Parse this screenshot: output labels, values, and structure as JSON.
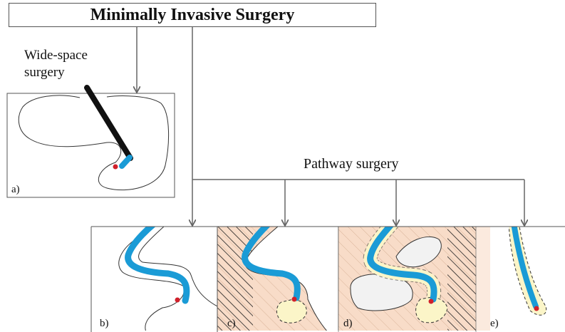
{
  "title": "Minimally Invasive Surgery",
  "labels": {
    "wide_space_line1": "Wide-space",
    "wide_space_line2": "surgery",
    "pathway": "Pathway surgery"
  },
  "panels": [
    "a)",
    "b)",
    "c)",
    "d)",
    "e)"
  ],
  "colors": {
    "instrument": "#1a9bd6",
    "tissue": "#f8dcc8",
    "lesion": "#fbf5c8",
    "tip": "#d0202a",
    "obstacle": "#f2f2f2"
  }
}
